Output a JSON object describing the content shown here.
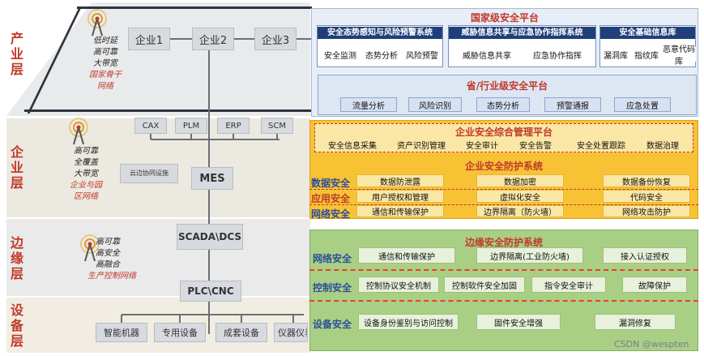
{
  "layers": {
    "industry": "产业层",
    "enterprise": "企业层",
    "edge": "边缘层",
    "device": "设备层"
  },
  "networks": {
    "industry": [
      "低时延",
      "高可靠",
      "大带宽"
    ],
    "industry_name": [
      "国家骨干",
      "网络"
    ],
    "enterprise": [
      "高可靠",
      "全覆盖",
      "大带宽"
    ],
    "enterprise_name": [
      "企业与园",
      "区网络"
    ],
    "edge": [
      "高可靠",
      "高安全",
      "高融合"
    ],
    "edge_name": "生产控制网络"
  },
  "industry_nodes": [
    "企业1",
    "企业2",
    "企业3"
  ],
  "enterprise_nodes": [
    "CAX",
    "PLM",
    "ERP",
    "SCM"
  ],
  "cloud_edge": "云边协同设施",
  "mes": "MES",
  "scada": "SCADA\\DCS",
  "plc": "PLC\\CNC",
  "devices": [
    "智能机器",
    "专用设备",
    "成套设备",
    "仪器仪表"
  ],
  "national_platform": {
    "title": "国家级安全平台",
    "groups": [
      {
        "title": "安全态势感知与风险预警系统",
        "items": [
          "安全监测",
          "态势分析",
          "风险预警"
        ]
      },
      {
        "title": "威胁信息共享与应急协作指挥系统",
        "items": [
          "威胁信息共享",
          "应急协作指挥"
        ]
      },
      {
        "title": "安全基础信息库",
        "items": [
          "漏洞库",
          "指纹库",
          "恶意代码库"
        ]
      }
    ]
  },
  "provincial_platform": {
    "title": "省/行业级安全平台",
    "items": [
      "流量分析",
      "风险识别",
      "态势分析",
      "预警通报",
      "应急处置"
    ]
  },
  "enterprise_mgmt": {
    "title": "企业安全综合管理平台",
    "items": [
      "安全信息采集",
      "资产识别管理",
      "安全审计",
      "安全告警",
      "安全处置跟踪",
      "数据治理"
    ]
  },
  "enterprise_protect": {
    "title": "企业安全防护系统",
    "rows": [
      {
        "label": "数据安全",
        "items": [
          "数据防泄露",
          "数据加密",
          "数据备份恢复"
        ]
      },
      {
        "label": "应用安全",
        "items": [
          "用户授权和管理",
          "虚拟化安全",
          "代码安全"
        ]
      },
      {
        "label": "网络安全",
        "items": [
          "通信和传输保护",
          "边界隔离（防火墙）",
          "网络攻击防护"
        ]
      }
    ]
  },
  "edge_protect": {
    "title": "边缘安全防护系统",
    "rows": [
      {
        "label": "网络安全",
        "items": [
          "通信和传输保护",
          "边界隔离(工业防火墙)",
          "接入认证授权"
        ]
      },
      {
        "label": "控制安全",
        "items": [
          "控制协议安全机制",
          "控制软件安全加固",
          "指令安全审计",
          "故障保护"
        ]
      },
      {
        "label": "设备安全",
        "items": [
          "设备身份鉴别与访问控制",
          "固件安全增强",
          "漏洞修复"
        ]
      }
    ]
  },
  "watermark": "CSDN @wespten",
  "colors": {
    "layer_red": "#c0392b",
    "national_bg": "#e6edf7",
    "enterprise_bg": "#f7c234",
    "edge_bg": "#a9cf84",
    "header_blue": "#1f3f7a"
  }
}
